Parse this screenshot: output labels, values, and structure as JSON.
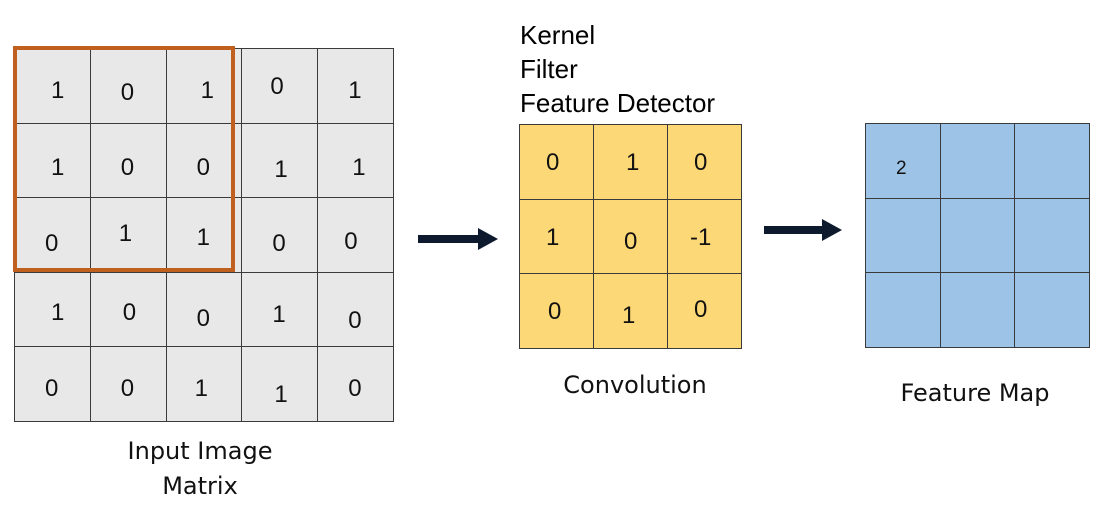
{
  "input_matrix": {
    "rows": [
      [
        "1",
        "0",
        "1",
        "0",
        "1"
      ],
      [
        "1",
        "0",
        "0",
        "1",
        "1"
      ],
      [
        "0",
        "1",
        "1",
        "0",
        "0"
      ],
      [
        "1",
        "0",
        "0",
        "1",
        "0"
      ],
      [
        "0",
        "0",
        "1",
        "1",
        "0"
      ]
    ],
    "label_line1": "Input Image",
    "label_line2": "Matrix",
    "highlight_color": "#c0601e",
    "cell_color": "#e8e8e8"
  },
  "kernel": {
    "names": [
      "Kernel",
      "Filter",
      "Feature Detector"
    ],
    "rows": [
      [
        "0",
        "1",
        "0"
      ],
      [
        "1",
        "0",
        "-1"
      ],
      [
        "0",
        "1",
        "0"
      ]
    ],
    "label": "Convolution",
    "cell_color": "#fdd877"
  },
  "feature_map": {
    "rows": [
      [
        "2",
        "",
        ""
      ],
      [
        "",
        "",
        ""
      ],
      [
        "",
        "",
        ""
      ]
    ],
    "label": "Feature Map",
    "cell_color": "#9dc3e6"
  },
  "arrows": [
    {
      "name": "arrow-input-to-kernel",
      "icon": "right-arrow-icon"
    },
    {
      "name": "arrow-kernel-to-feature-map",
      "icon": "right-arrow-icon"
    }
  ]
}
